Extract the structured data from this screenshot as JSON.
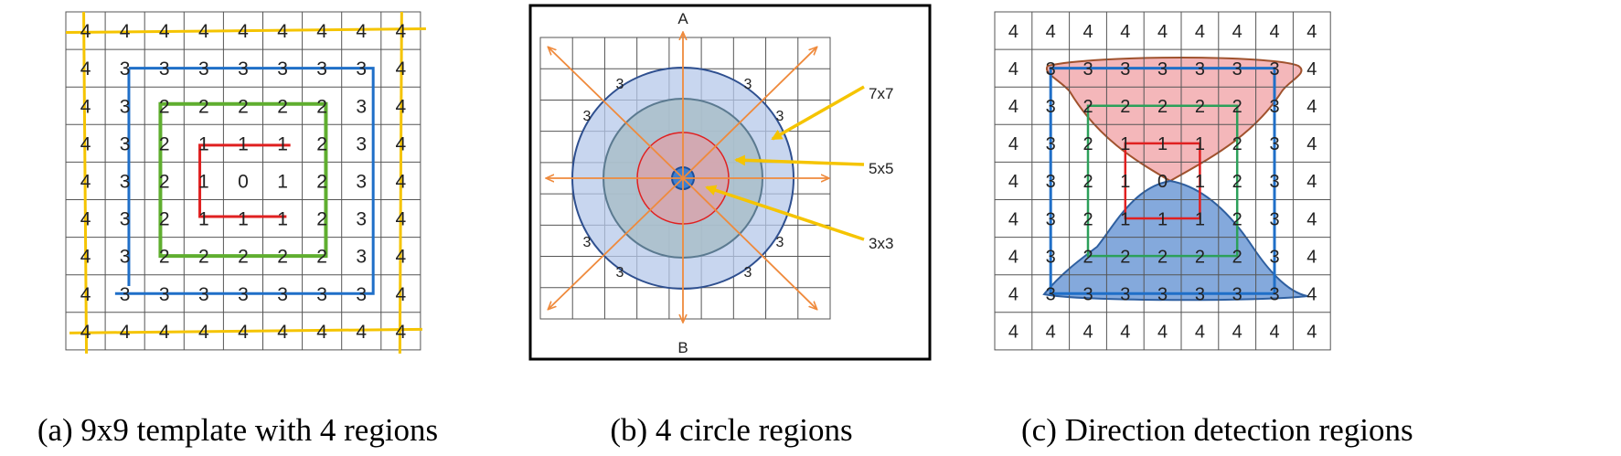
{
  "panels": [
    {
      "caption": "(a) 9x9 template with 4 regions",
      "grid": [
        [
          "4",
          "4",
          "4",
          "4",
          "4",
          "4",
          "4",
          "4",
          "4"
        ],
        [
          "4",
          "3",
          "3",
          "3",
          "3",
          "3",
          "3",
          "3",
          "4"
        ],
        [
          "4",
          "3",
          "2",
          "2",
          "2",
          "2",
          "2",
          "3",
          "4"
        ],
        [
          "4",
          "3",
          "2",
          "1",
          "1",
          "1",
          "2",
          "3",
          "4"
        ],
        [
          "4",
          "3",
          "2",
          "1",
          "0",
          "1",
          "2",
          "3",
          "4"
        ],
        [
          "4",
          "3",
          "2",
          "1",
          "1",
          "1",
          "2",
          "3",
          "4"
        ],
        [
          "4",
          "3",
          "2",
          "2",
          "2",
          "2",
          "2",
          "3",
          "4"
        ],
        [
          "4",
          "3",
          "3",
          "3",
          "3",
          "3",
          "3",
          "3",
          "4"
        ],
        [
          "4",
          "4",
          "4",
          "4",
          "4",
          "4",
          "4",
          "4",
          "4"
        ]
      ]
    },
    {
      "caption": "(b) 4 circle regions",
      "top_label": "A",
      "bottom_label": "B",
      "ring_labels": [
        "3",
        "3",
        "3",
        "3",
        "3",
        "3",
        "3",
        "3"
      ],
      "callouts": [
        "7x7",
        "5x5",
        "3x3"
      ]
    },
    {
      "caption": "(c) Direction detection regions",
      "grid": [
        [
          "4",
          "4",
          "4",
          "4",
          "4",
          "4",
          "4",
          "4",
          "4"
        ],
        [
          "4",
          "3",
          "3",
          "3",
          "3",
          "3",
          "3",
          "3",
          "4"
        ],
        [
          "4",
          "3",
          "2",
          "2",
          "2",
          "2",
          "2",
          "3",
          "4"
        ],
        [
          "4",
          "3",
          "2",
          "1",
          "1",
          "1",
          "2",
          "3",
          "4"
        ],
        [
          "4",
          "3",
          "2",
          "1",
          "0",
          "1",
          "2",
          "3",
          "4"
        ],
        [
          "4",
          "3",
          "2",
          "1",
          "1",
          "1",
          "2",
          "3",
          "4"
        ],
        [
          "4",
          "3",
          "2",
          "2",
          "2",
          "2",
          "2",
          "3",
          "4"
        ],
        [
          "4",
          "3",
          "3",
          "3",
          "3",
          "3",
          "3",
          "3",
          "4"
        ],
        [
          "4",
          "4",
          "4",
          "4",
          "4",
          "4",
          "4",
          "4",
          "4"
        ]
      ]
    }
  ],
  "colors": {
    "yellow": "#f5c400",
    "blue": "#1f6fc8",
    "green": "#5fae2f",
    "red": "#e02020",
    "orange": "#ef8a3c",
    "grid": "#555555"
  }
}
